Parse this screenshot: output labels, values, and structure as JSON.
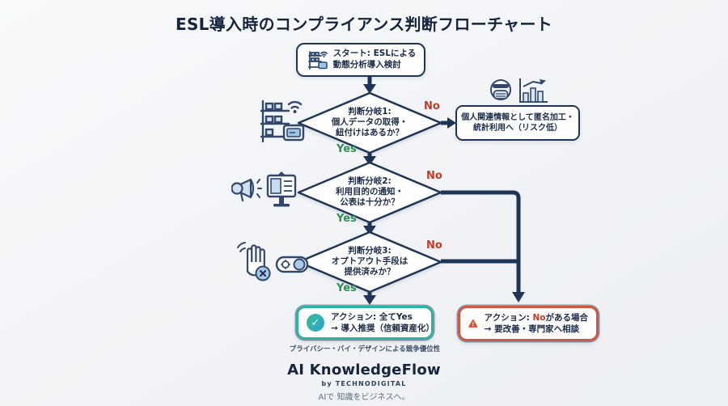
{
  "title": "ESL導入時のコンプライアンス判断フローチャート",
  "start": {
    "line1": "スタート: ESLによる",
    "line2": "動態分析導入検討"
  },
  "decisions": [
    {
      "line1": "判断分岐1:",
      "line2": "個人データの取得・",
      "line3": "紐付けはあるか？"
    },
    {
      "line1": "判断分岐2:",
      "line2": "利用目的の通知・",
      "line3": "公表は十分か？"
    },
    {
      "line1": "判断分岐3:",
      "line2": "オプトアウト手段は",
      "line3": "提供済みか？"
    }
  ],
  "labels": {
    "yes": "Yes",
    "no": "No"
  },
  "anonymize_box": {
    "line1": "個人関連情報として匿名加工・",
    "line2": "統計利用へ（リスク低）"
  },
  "action_yes": {
    "line1": "アクション: 全てYes",
    "line2": "→ 導入推奨（信頼資産化）",
    "caption": "プライバシー・バイ・デザインによる競争優位性",
    "check_glyph": "✓"
  },
  "action_no": {
    "line1_prefix": "アクション: ",
    "line1_suffix": "がある場合",
    "line2": "→ 要改善・専門家へ相談"
  },
  "footer": {
    "brand": "AI KnowledgeFlow",
    "byline": "by TECHNODIGITAL",
    "tagline": "AIで 知識をビジネスへ。"
  },
  "icons": {
    "start": "shelf-wifi-esl-icon",
    "decision1": "store-shelf-wifi-icon",
    "decision2": "megaphone-and-board-icon",
    "decision3": "optout-hand-and-toggle-icon",
    "anonymize": "masked-person-and-chart-icon",
    "action_yes": "check-circle-icon",
    "action_no": "warning-triangle-icon"
  },
  "colors": {
    "navy": "#1f3557",
    "yes_green": "#2e8f55",
    "no_red": "#c23b26",
    "teal_border": "#2eb3a2",
    "alert_border": "#cd5942",
    "background": "#f1f3f6"
  }
}
